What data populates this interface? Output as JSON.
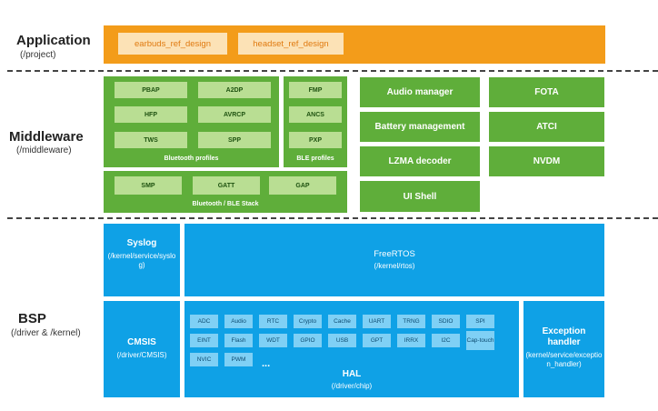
{
  "layers": {
    "application": {
      "title": "Application",
      "path": "(/project)"
    },
    "middleware": {
      "title": "Middleware",
      "path": "(/middleware)"
    },
    "bsp": {
      "title": "BSP",
      "path": "(/driver & /kernel)"
    }
  },
  "application": {
    "items": [
      "earbuds_ref_design",
      "headset_ref_design"
    ]
  },
  "middleware": {
    "bluetooth_profiles": {
      "caption": "Bluetooth profiles",
      "items": [
        "PBAP",
        "A2DP",
        "HFP",
        "AVRCP",
        "TWS",
        "SPP"
      ]
    },
    "ble_profiles": {
      "caption": "BLE profiles",
      "items": [
        "FMP",
        "ANCS",
        "PXP"
      ]
    },
    "stack": {
      "caption": "Bluetooth / BLE Stack",
      "items": [
        "SMP",
        "GATT",
        "GAP"
      ]
    },
    "modules_left": [
      "Audio manager",
      "Battery management",
      "LZMA decoder",
      "UI Shell"
    ],
    "modules_right": [
      "FOTA",
      "ATCI",
      "NVDM"
    ]
  },
  "bsp": {
    "syslog": {
      "title": "Syslog",
      "path": "(/kernel/service/syslog)"
    },
    "freertos": {
      "title": "FreeRTOS",
      "path": "(/kernel/rtos)"
    },
    "cmsis": {
      "title": "CMSIS",
      "path": "(/driver/CMSIS)"
    },
    "hal": {
      "title": "HAL",
      "path": "(/driver/chip)",
      "ellipsis": "...",
      "items": [
        "ADC",
        "Audio",
        "RTC",
        "Crypto",
        "Cache",
        "UART",
        "TRNG",
        "SDIO",
        "SPI",
        "EINT",
        "Flash",
        "WDT",
        "GPIO",
        "USB",
        "GPT",
        "IRRX",
        "I2C",
        "Cap-touch",
        "NVIC",
        "PWM"
      ]
    },
    "exception": {
      "title": "Exception handler",
      "path": "(kernel/service/exception_handler)"
    }
  },
  "colors": {
    "application": "#f39c1a",
    "middleware": "#5fae3a",
    "bsp": "#0fa1e6"
  }
}
